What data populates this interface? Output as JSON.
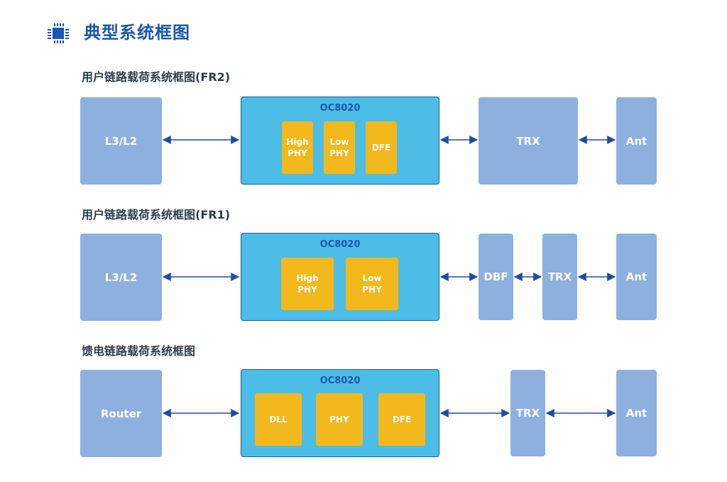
{
  "page": {
    "title": "典型系统框图",
    "icon": "chip-icon"
  },
  "colors": {
    "title": "#1a56b0",
    "block": "#8eb0de",
    "chip": "#4cbde6",
    "chip_border": "#1f5e8e",
    "sub_block": "#f2b81c",
    "arrow": "#1f4e9a"
  },
  "diagrams": [
    {
      "title": "用户链路载荷系统框图(FR2)",
      "source": "L3/L2",
      "chip": {
        "label": "OC8020",
        "modules": [
          "High\nPHY",
          "Low\nPHY",
          "DFE"
        ]
      },
      "chain": [
        "TRX",
        "Ant"
      ]
    },
    {
      "title": "用户链路载荷系统框图(FR1)",
      "source": "L3/L2",
      "chip": {
        "label": "OC8020",
        "modules": [
          "High\nPHY",
          "Low\nPHY"
        ]
      },
      "chain": [
        "DBF",
        "TRX",
        "Ant"
      ]
    },
    {
      "title": "馈电链路载荷系统框图",
      "source": "Router",
      "chip": {
        "label": "OC8020",
        "modules": [
          "DLL",
          "PHY",
          "DFE"
        ]
      },
      "chain": [
        "TRX",
        "Ant"
      ]
    }
  ]
}
